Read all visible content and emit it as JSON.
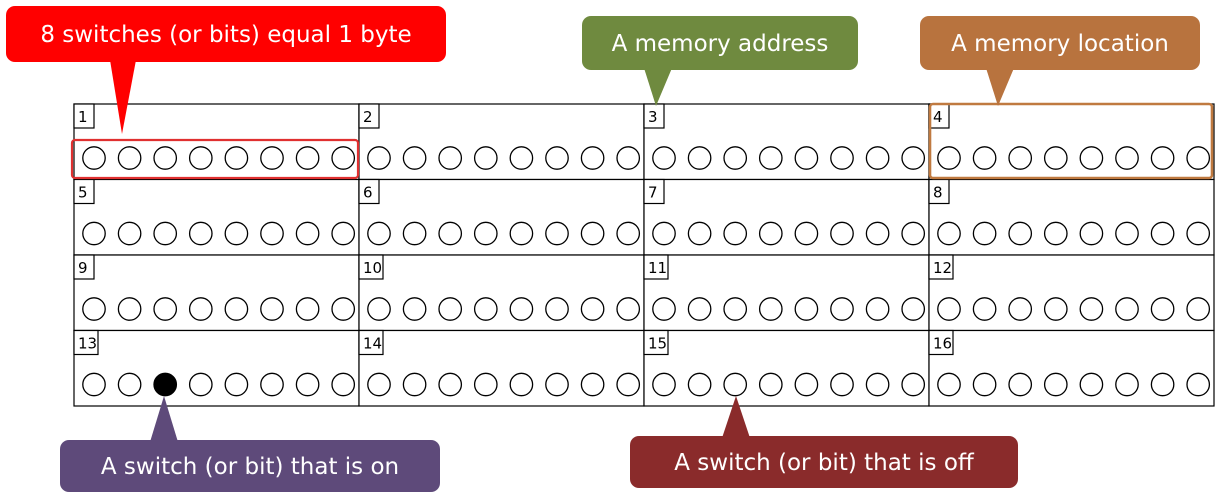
{
  "memory": {
    "columns": 4,
    "rows": 4,
    "bits_per_location": 8,
    "locations": [
      {
        "address": "1",
        "bits": [
          0,
          0,
          0,
          0,
          0,
          0,
          0,
          0
        ]
      },
      {
        "address": "2",
        "bits": [
          0,
          0,
          0,
          0,
          0,
          0,
          0,
          0
        ]
      },
      {
        "address": "3",
        "bits": [
          0,
          0,
          0,
          0,
          0,
          0,
          0,
          0
        ]
      },
      {
        "address": "4",
        "bits": [
          0,
          0,
          0,
          0,
          0,
          0,
          0,
          0
        ]
      },
      {
        "address": "5",
        "bits": [
          0,
          0,
          0,
          0,
          0,
          0,
          0,
          0
        ]
      },
      {
        "address": "6",
        "bits": [
          0,
          0,
          0,
          0,
          0,
          0,
          0,
          0
        ]
      },
      {
        "address": "7",
        "bits": [
          0,
          0,
          0,
          0,
          0,
          0,
          0,
          0
        ]
      },
      {
        "address": "8",
        "bits": [
          0,
          0,
          0,
          0,
          0,
          0,
          0,
          0
        ]
      },
      {
        "address": "9",
        "bits": [
          0,
          0,
          0,
          0,
          0,
          0,
          0,
          0
        ]
      },
      {
        "address": "10",
        "bits": [
          0,
          0,
          0,
          0,
          0,
          0,
          0,
          0
        ]
      },
      {
        "address": "11",
        "bits": [
          0,
          0,
          0,
          0,
          0,
          0,
          0,
          0
        ]
      },
      {
        "address": "12",
        "bits": [
          0,
          0,
          0,
          0,
          0,
          0,
          0,
          0
        ]
      },
      {
        "address": "13",
        "bits": [
          0,
          0,
          1,
          0,
          0,
          0,
          0,
          0
        ]
      },
      {
        "address": "14",
        "bits": [
          0,
          0,
          0,
          0,
          0,
          0,
          0,
          0
        ]
      },
      {
        "address": "15",
        "bits": [
          0,
          0,
          0,
          0,
          0,
          0,
          0,
          0
        ]
      },
      {
        "address": "16",
        "bits": [
          0,
          0,
          0,
          0,
          0,
          0,
          0,
          0
        ]
      }
    ]
  },
  "callouts": {
    "byte": {
      "text": "8 switches (or bits) equal 1 byte",
      "color": "#ff0000"
    },
    "address": {
      "text": "A memory address",
      "color": "#6f8a3f"
    },
    "location": {
      "text": "A memory location",
      "color": "#b8733e"
    },
    "bit_on": {
      "text": "A switch (or bit) that is on",
      "color": "#5e4a7a"
    },
    "bit_off": {
      "text": "A switch (or bit) that is off",
      "color": "#8a2b2b"
    }
  },
  "colors": {
    "bit_on": "#000000",
    "bit_off": "#ffffff",
    "byte_highlight": "#e03030",
    "location_highlight": "#c07a40"
  }
}
